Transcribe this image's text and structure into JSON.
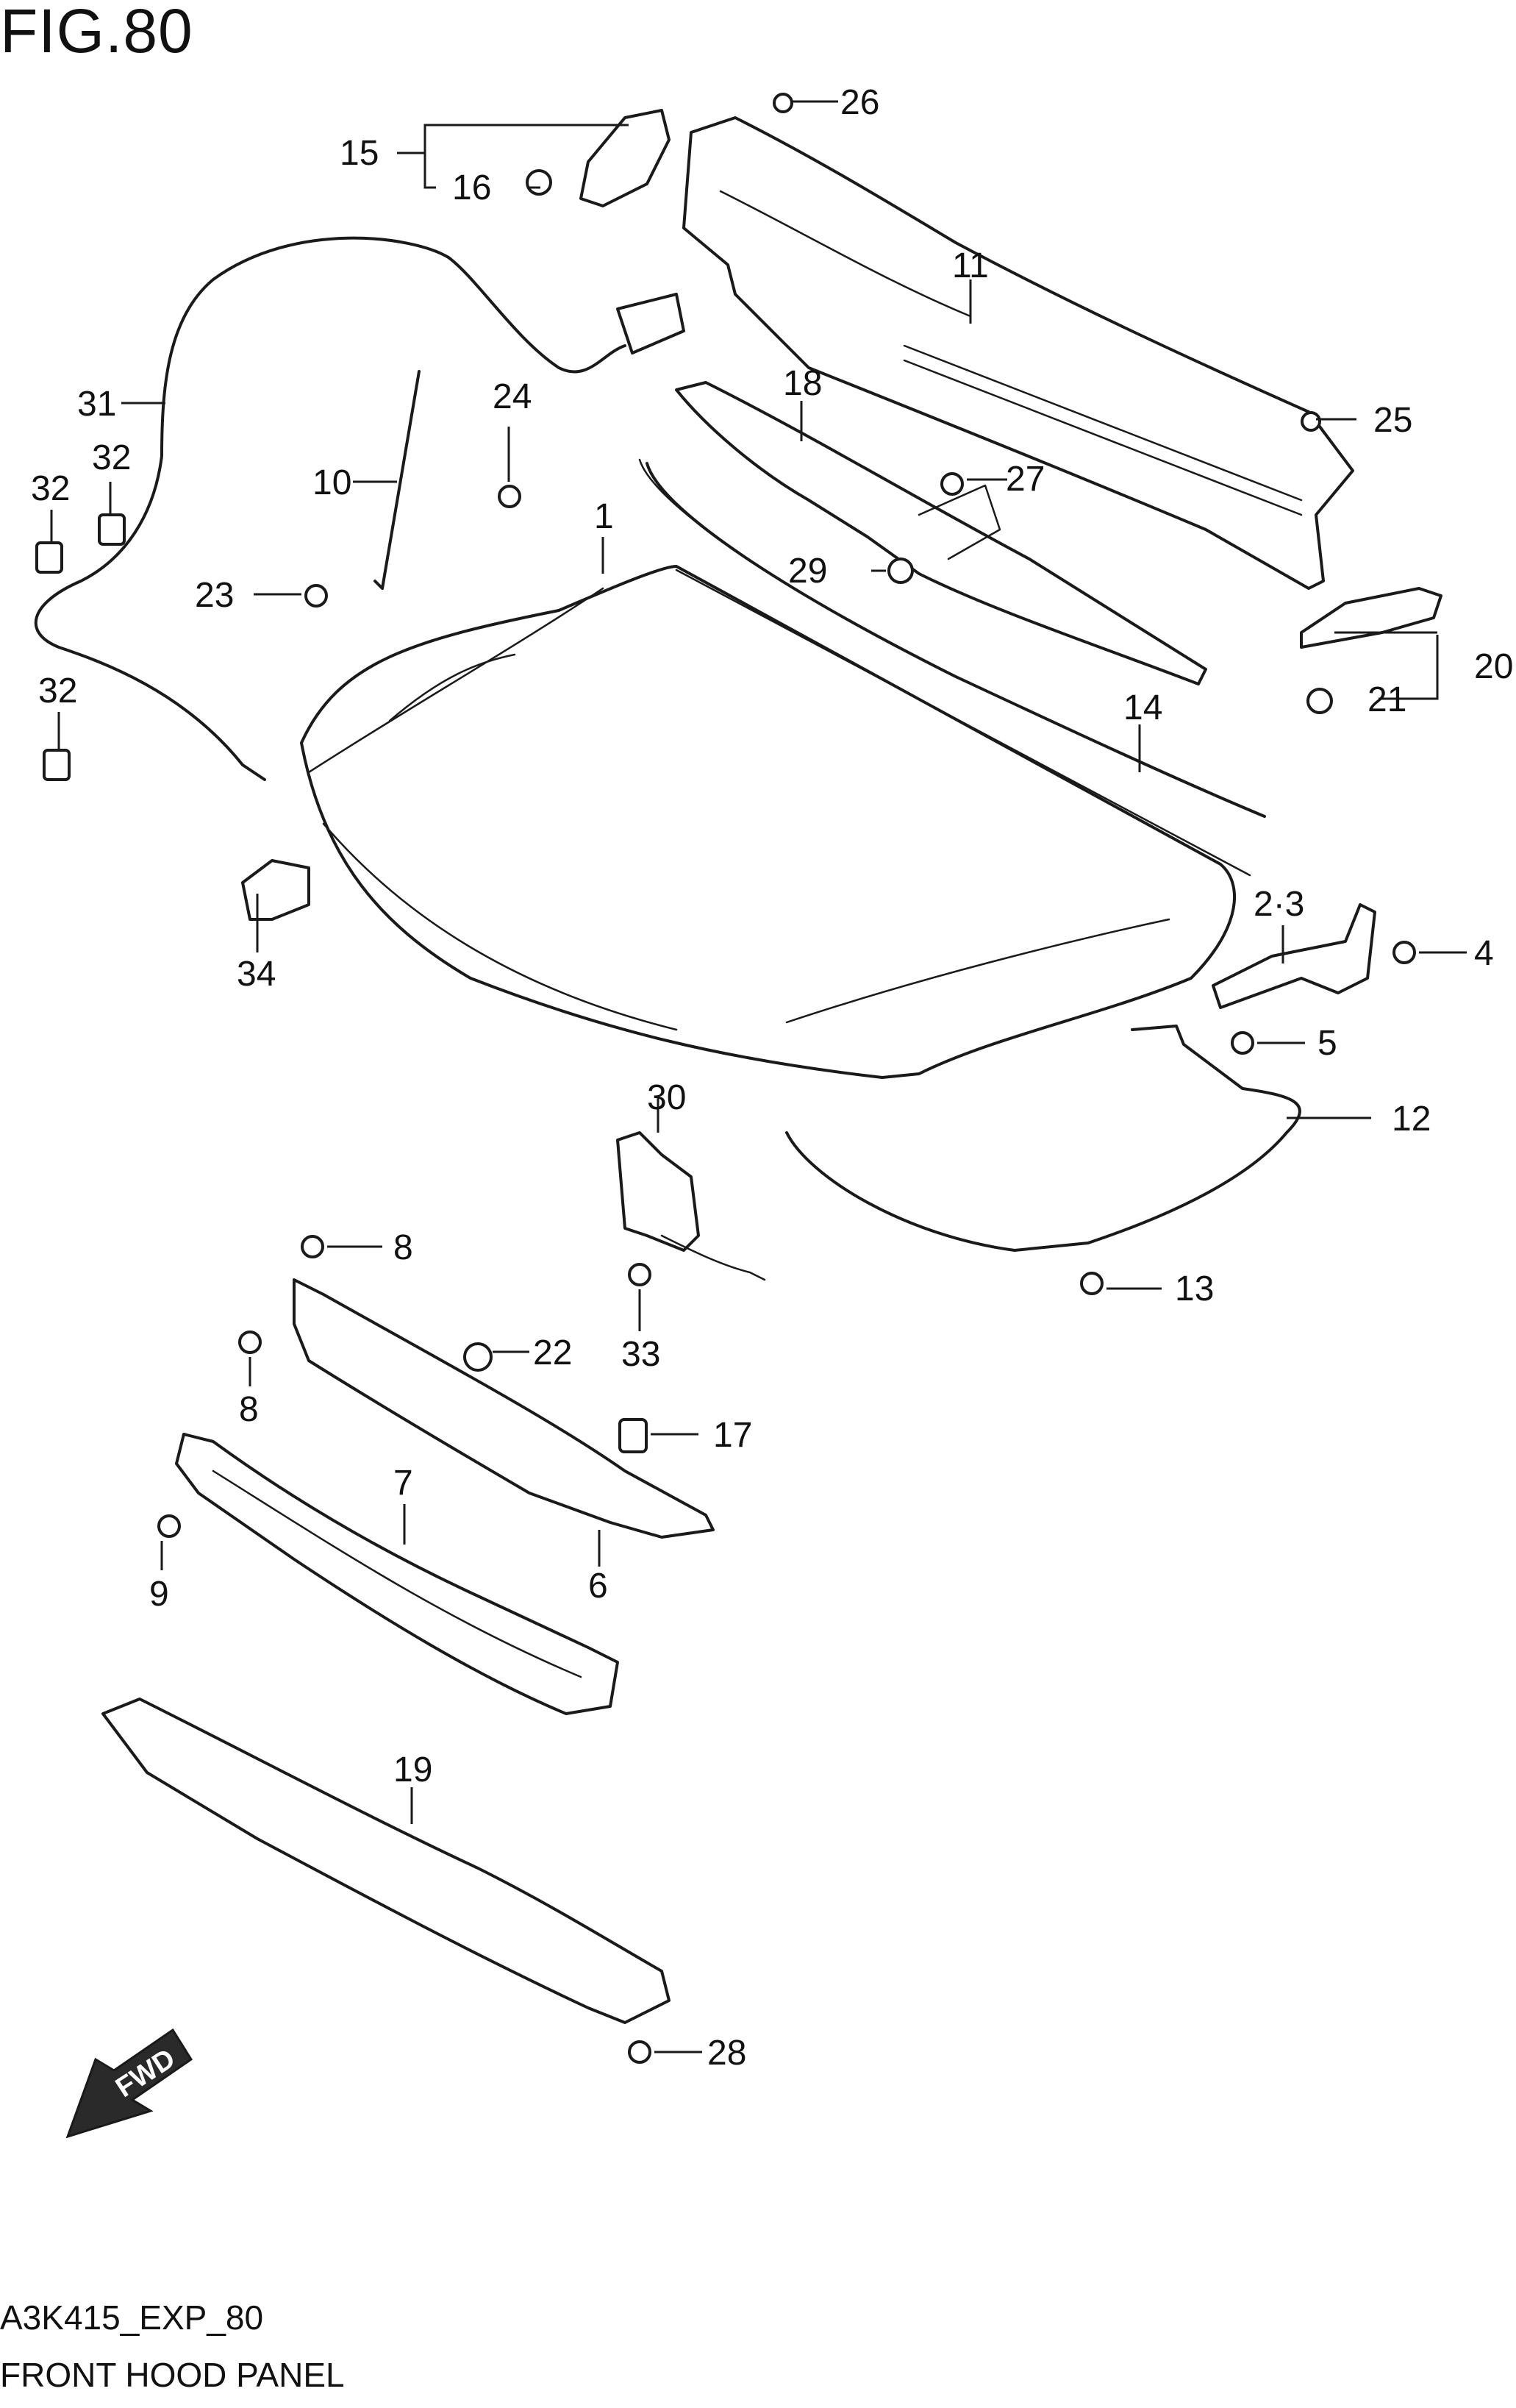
{
  "figure": {
    "title": "FIG.80"
  },
  "footer": {
    "code": "A3K415_EXP_80",
    "title": "FRONT HOOD PANEL"
  },
  "direction_badge": {
    "label": "FWD"
  },
  "callouts": [
    {
      "id": "c1",
      "label": "1"
    },
    {
      "id": "c2-3",
      "label": "2·3"
    },
    {
      "id": "c4",
      "label": "4"
    },
    {
      "id": "c5",
      "label": "5"
    },
    {
      "id": "c6",
      "label": "6"
    },
    {
      "id": "c7",
      "label": "7"
    },
    {
      "id": "c8a",
      "label": "8"
    },
    {
      "id": "c8b",
      "label": "8"
    },
    {
      "id": "c9",
      "label": "9"
    },
    {
      "id": "c10",
      "label": "10"
    },
    {
      "id": "c11",
      "label": "11"
    },
    {
      "id": "c12",
      "label": "12"
    },
    {
      "id": "c13",
      "label": "13"
    },
    {
      "id": "c14",
      "label": "14"
    },
    {
      "id": "c15",
      "label": "15"
    },
    {
      "id": "c16",
      "label": "16"
    },
    {
      "id": "c17",
      "label": "17"
    },
    {
      "id": "c18",
      "label": "18"
    },
    {
      "id": "c19",
      "label": "19"
    },
    {
      "id": "c20",
      "label": "20"
    },
    {
      "id": "c21",
      "label": "21"
    },
    {
      "id": "c22",
      "label": "22"
    },
    {
      "id": "c23",
      "label": "23"
    },
    {
      "id": "c24",
      "label": "24"
    },
    {
      "id": "c25",
      "label": "25"
    },
    {
      "id": "c26",
      "label": "26"
    },
    {
      "id": "c27",
      "label": "27"
    },
    {
      "id": "c28",
      "label": "28"
    },
    {
      "id": "c29",
      "label": "29"
    },
    {
      "id": "c30",
      "label": "30"
    },
    {
      "id": "c31",
      "label": "31"
    },
    {
      "id": "c32a",
      "label": "32"
    },
    {
      "id": "c32b",
      "label": "32"
    },
    {
      "id": "c32c",
      "label": "32"
    },
    {
      "id": "c33",
      "label": "33"
    },
    {
      "id": "c34",
      "label": "34"
    }
  ]
}
